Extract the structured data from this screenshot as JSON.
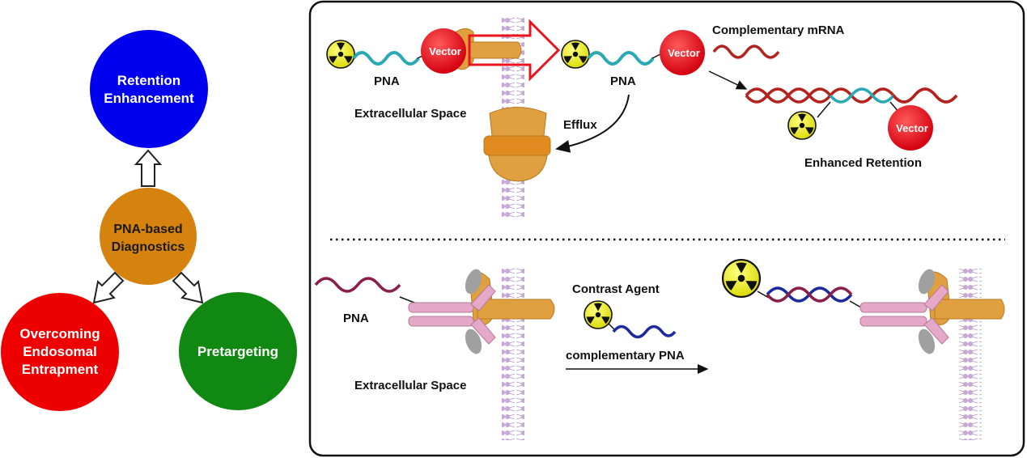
{
  "mindmap": {
    "center": [
      "PNA-based",
      "Diagnostics"
    ],
    "retention": [
      "Retention",
      "Enhancement"
    ],
    "endosomal": [
      "Overcoming",
      "Endosomal",
      "Entrapment"
    ],
    "pretargeting": [
      "Pretargeting"
    ]
  },
  "top_panel": {
    "pna_left": "PNA",
    "vector_left": "Vector",
    "pna_mid": "PNA",
    "vector_mid": "Vector",
    "extracellular": "Extracellular Space",
    "efflux": "Efflux",
    "complementary_mrna": "Complementary mRNA",
    "vector_right": "Vector",
    "enhanced_retention": "Enhanced Retention"
  },
  "bottom_panel": {
    "pna": "PNA",
    "extracellular": "Extracellular Space",
    "contrast_agent": "Contrast Agent",
    "complementary_pna": "complementary PNA"
  },
  "colors": {
    "retention": "#0000ee",
    "center": "#d6820f",
    "endosomal": "#ee0000",
    "pretargeting": "#118811",
    "vector": "#e8141e",
    "pna_teal": "#2aa8b4",
    "mrna_red": "#b4231e",
    "pna_maroon": "#8c1e4a",
    "pna_blue": "#1c2aa0",
    "receptor": "#e0a040",
    "membrane": "#c8a8d6",
    "antibody": "#e6a8c8"
  }
}
